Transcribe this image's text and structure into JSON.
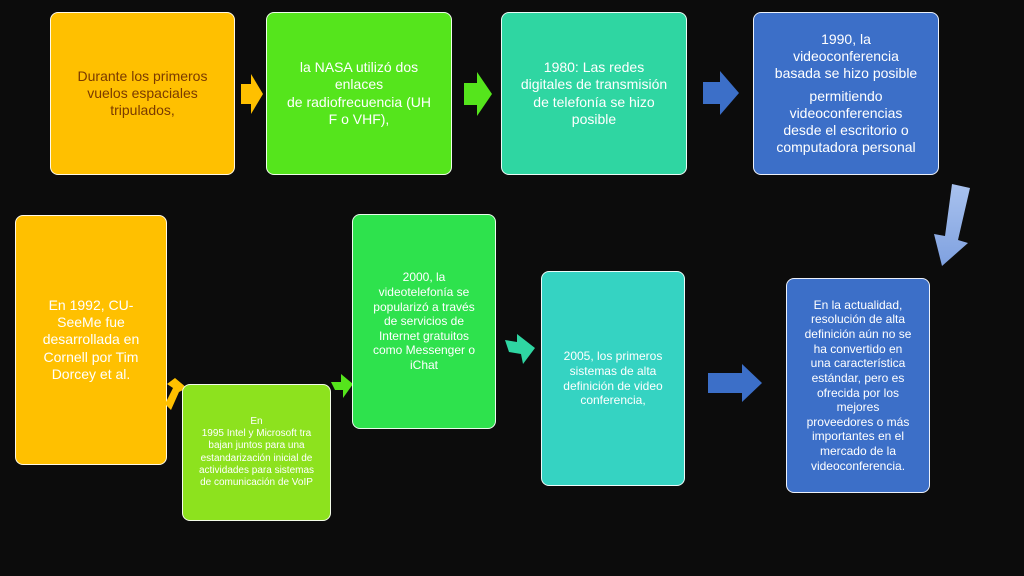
{
  "boxes": {
    "b1": {
      "lines": [
        "Durante los primeros",
        "vuelos espaciales",
        "tripulados,"
      ]
    },
    "b2": {
      "lines": [
        "la NASA utilizó dos",
        "enlaces",
        "de radiofrecuencia (UH",
        "F o VHF),"
      ]
    },
    "b3": {
      "lines": [
        "1980: Las redes",
        "digitales de transmisión",
        "de telefonía se hizo",
        "posible"
      ]
    },
    "b4": {
      "lines": [
        "1990, la",
        "videoconferencia",
        "basada se hizo posible"
      ],
      "lines2": [
        "permitiendo",
        "videoconferencias",
        "desde el escritorio o",
        "computadora personal"
      ]
    },
    "b5": {
      "lines": [
        "En 1992, CU-",
        "SeeMe fue",
        "desarrollada en",
        "Cornell por Tim",
        "Dorcey et al."
      ]
    },
    "b6": {
      "lines": [
        "En",
        "1995 Intel y Microsoft tra",
        "bajan juntos para una",
        "estandarización inicial de",
        "actividades para sistemas",
        "de comunicación de VoIP"
      ]
    },
    "b7": {
      "lines": [
        "2000, la",
        "videotelefonía se",
        "popularizó a través",
        "de servicios de",
        "Internet gratuitos",
        "como Messenger o",
        "iChat"
      ]
    },
    "b8": {
      "lines": [
        "2005, los primeros",
        "sistemas de alta",
        "definición de video",
        "conferencia,"
      ]
    },
    "b9": {
      "lines": [
        "En la actualidad,",
        "resolución de alta",
        "definición aún no se",
        "ha convertido en",
        "una característica",
        "estándar, pero es",
        "ofrecida por los",
        "mejores",
        "proveedores o más",
        "importantes en el",
        "mercado de la",
        "videoconferencia."
      ]
    }
  },
  "colors": {
    "yellow": "#ffc000",
    "green": "#55e51c",
    "teal": "#2fd6a2",
    "blue": "#3c6fc8",
    "lime": "#8de21e",
    "bright_green": "#2ee24d",
    "cyan": "#35d3c2",
    "background": "#0c0c0c"
  }
}
